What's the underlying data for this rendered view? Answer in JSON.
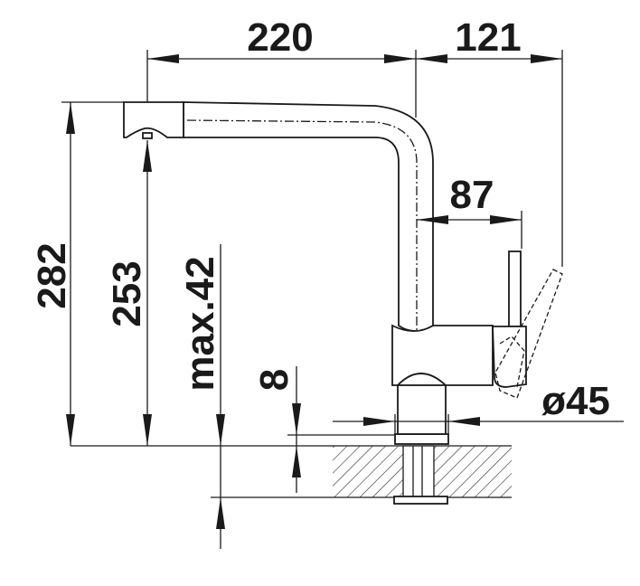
{
  "drawing": {
    "dimensions": {
      "spout_reach": "220",
      "lever_reach": "121",
      "total_height": "282",
      "spout_height": "253",
      "countertop_thickness": "max.42",
      "base_height": "8",
      "lever_offset": "87",
      "base_diameter": "ø45"
    },
    "colors": {
      "line": "#1a1a1a",
      "background": "#ffffff"
    }
  }
}
